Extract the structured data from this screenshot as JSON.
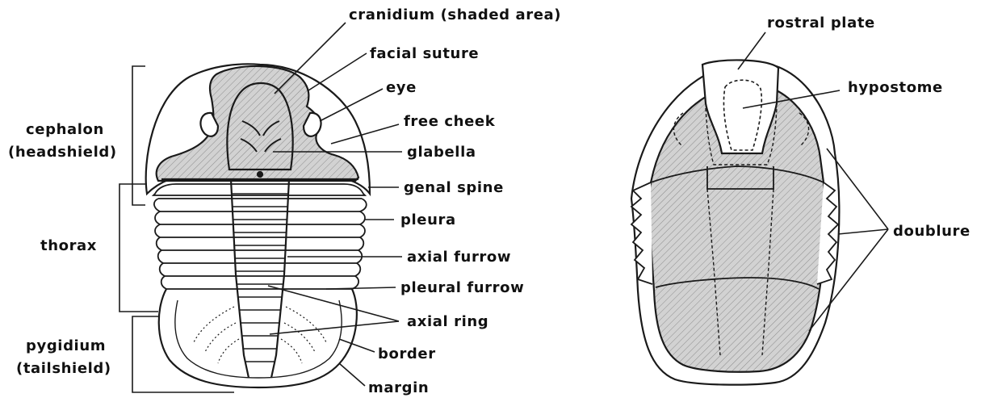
{
  "colors": {
    "ink": "#1a1a1a",
    "shade": "#cfcfcf",
    "background": "#ffffff"
  },
  "dorsal": {
    "labels": {
      "cranidium": "cranidium (shaded area)",
      "facial_suture": "facial suture",
      "eye": "eye",
      "free_cheek": "free cheek",
      "glabella": "glabella",
      "genal_spine": "genal spine",
      "pleura": "pleura",
      "axial_furrow": "axial furrow",
      "pleural_furrow": "pleural furrow",
      "axial_ring": "axial ring",
      "border": "border",
      "margin": "margin"
    },
    "regions": {
      "cephalon_line1": "cephalon",
      "cephalon_line2": "(headshield)",
      "thorax": "thorax",
      "pygidium_line1": "pygidium",
      "pygidium_line2": "(tailshield)"
    }
  },
  "ventral": {
    "labels": {
      "rostral_plate": "rostral plate",
      "hypostome": "hypostome",
      "doublure": "doublure"
    }
  }
}
